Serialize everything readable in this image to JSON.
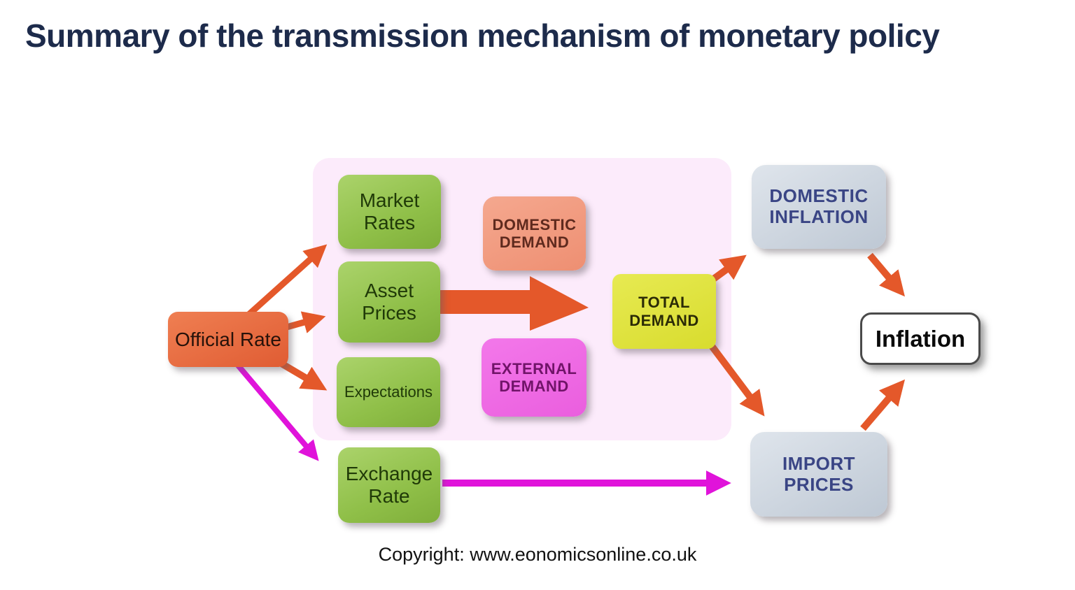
{
  "title": "Summary of the transmission mechanism of monetary policy",
  "copyright": "Copyright: www.eonomicsonline.co.uk",
  "colors": {
    "title_text": "#1d2b4b",
    "panel_pink": "#fcebfb",
    "green_box": "#8fbf48",
    "official_rate_orange": "#e05c33",
    "domestic_demand_salmon": "#f29b80",
    "external_demand_magenta": "#ef6ce4",
    "total_demand_yellow": "#dfe33d",
    "inflation_boxes_bluegray": "#c4ccd8",
    "inflation_white": "#ffffff",
    "arrow_orange": "#e4582a",
    "arrow_magenta": "#e013da"
  },
  "diagram": {
    "nodes": {
      "official_rate": {
        "label": "Official Rate",
        "color": "#e05c33"
      },
      "market_rates": {
        "label": "Market Rates",
        "color": "#8fbf48"
      },
      "asset_prices": {
        "label": "Asset Prices",
        "color": "#8fbf48"
      },
      "expectations": {
        "label": "Expectations",
        "color": "#8fbf48"
      },
      "exchange_rate": {
        "label": "Exchange Rate",
        "color": "#8fbf48"
      },
      "domestic_demand": {
        "label": "DOMESTIC DEMAND",
        "color": "#f29b80"
      },
      "external_demand": {
        "label": "EXTERNAL DEMAND",
        "color": "#ef6ce4"
      },
      "total_demand": {
        "label": "TOTAL DEMAND",
        "color": "#dfe33d"
      },
      "domestic_inflation": {
        "label": "DOMESTIC INFLATION",
        "color": "#c4ccd8"
      },
      "import_prices": {
        "label": "IMPORT PRICES",
        "color": "#c4ccd8"
      },
      "inflation": {
        "label": "Inflation",
        "color": "#ffffff"
      }
    },
    "edges": [
      {
        "id": "official-rate-to-market-rates",
        "from": "official_rate",
        "to": "market_rates",
        "color": "orange"
      },
      {
        "id": "official-rate-to-asset-prices",
        "from": "official_rate",
        "to": "asset_prices",
        "color": "orange"
      },
      {
        "id": "official-rate-to-expectations",
        "from": "official_rate",
        "to": "expectations",
        "color": "orange"
      },
      {
        "id": "official-rate-to-exchange-rate",
        "from": "official_rate",
        "to": "exchange_rate",
        "color": "magenta"
      },
      {
        "id": "asset-prices-to-total-demand",
        "from": "asset_prices",
        "to": "total_demand",
        "color": "orange",
        "style": "block-arrow"
      },
      {
        "id": "total-demand-to-domestic-inflation",
        "from": "total_demand",
        "to": "domestic_inflation",
        "color": "orange"
      },
      {
        "id": "total-demand-to-import-prices",
        "from": "total_demand",
        "to": "import_prices",
        "color": "orange"
      },
      {
        "id": "domestic-inflation-to-inflation",
        "from": "domestic_inflation",
        "to": "inflation",
        "color": "orange"
      },
      {
        "id": "import-prices-to-inflation",
        "from": "import_prices",
        "to": "inflation",
        "color": "orange"
      },
      {
        "id": "exchange-rate-to-import-prices",
        "from": "exchange_rate",
        "to": "import_prices",
        "color": "magenta"
      }
    ]
  }
}
